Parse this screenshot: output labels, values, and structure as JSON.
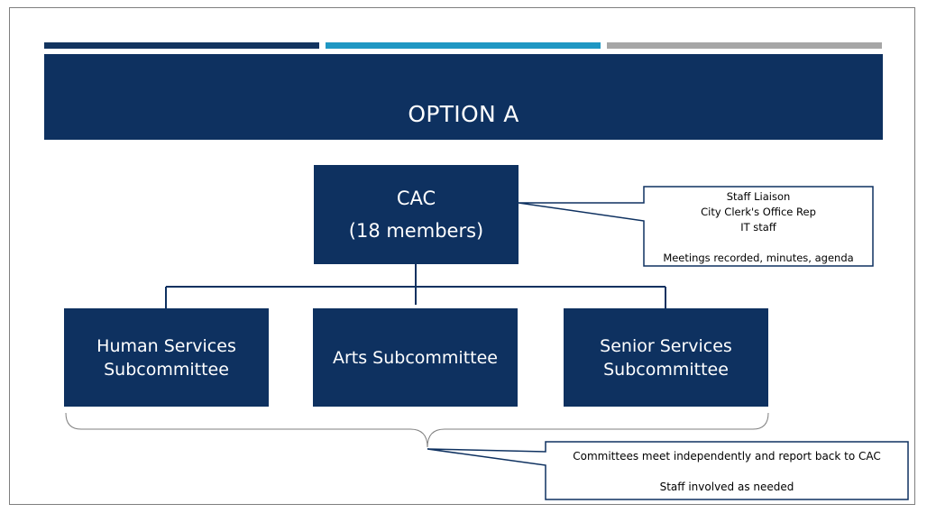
{
  "title": "OPTION A",
  "cac": {
    "name": "CAC",
    "members": "(18 members)"
  },
  "subcommittees": [
    {
      "line1": "Human Services",
      "line2": "Subcommittee"
    },
    {
      "line1": "Arts Subcommittee",
      "line2": ""
    },
    {
      "line1": "Senior Services",
      "line2": "Subcommittee"
    }
  ],
  "cac_callout": {
    "line1": "Staff Liaison",
    "line2": "City Clerk's Office Rep",
    "line3": "IT staff",
    "line4": "Meetings recorded, minutes, agenda"
  },
  "subcommittee_callout": {
    "line1": "Committees meet independently and report back to CAC",
    "line2": "Staff involved as needed"
  },
  "colors": {
    "navy": "#0e3160",
    "teal": "#1f97c3",
    "gray": "#a6a6a6"
  }
}
